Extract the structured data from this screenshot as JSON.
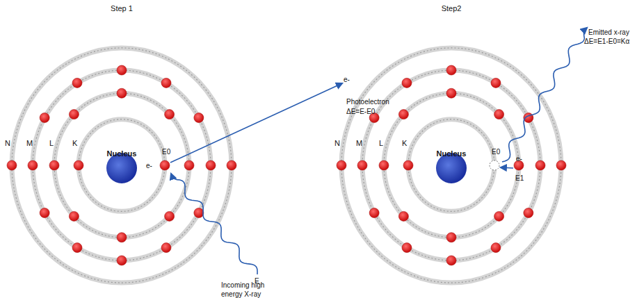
{
  "diagram": {
    "nodes": [
      {
        "text": [
          "Nucleus"
        ]
      },
      {
        "text": [
          "Nucleus"
        ]
      }
    ],
    "labels": [
      "Step 1",
      "Step2",
      "N",
      "M",
      "L",
      "K",
      "N",
      "M",
      "L",
      "K",
      "E0",
      "e-",
      "e-",
      "Photoelectron",
      "ΔE=E-E0",
      "E",
      "Incoming high energy X-ray",
      "E0",
      "e-",
      "E1",
      "Emitted x-ray",
      "ΔE=E1-E0=Kα"
    ]
  }
}
